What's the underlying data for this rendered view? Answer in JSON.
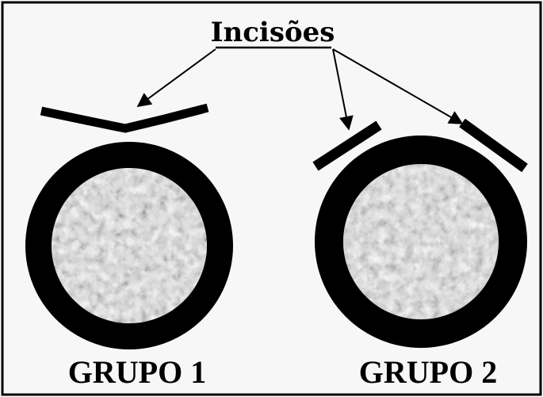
{
  "title": "Incisões",
  "groups": [
    {
      "label": "GRUPO 1"
    },
    {
      "label": "GRUPO 2"
    }
  ],
  "colors": {
    "ink": "#000000",
    "background": "#f7f7f7",
    "tissue_light": "#eeeeee",
    "tissue_dark": "#b8b8b8"
  }
}
